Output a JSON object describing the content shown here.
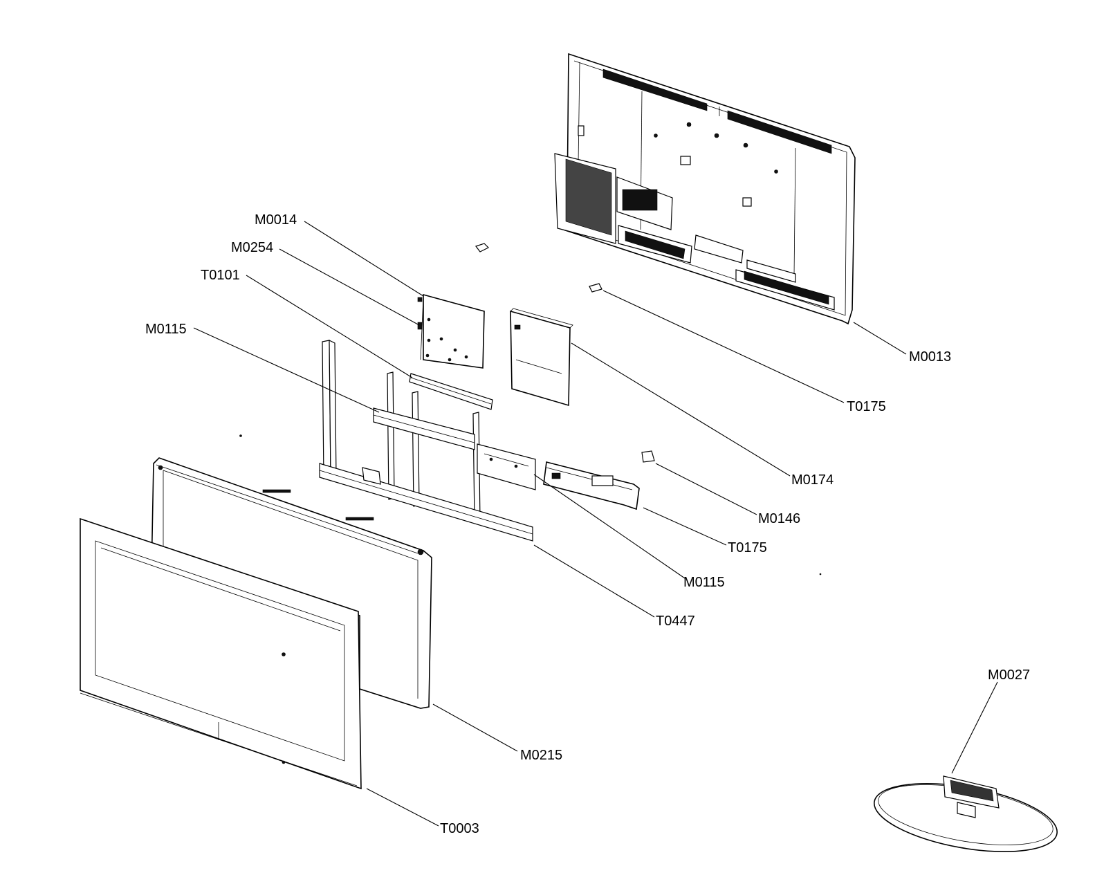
{
  "callouts": [
    {
      "id": "m0014",
      "label": "M0014"
    },
    {
      "id": "m0254",
      "label": "M0254"
    },
    {
      "id": "t0101",
      "label": "T0101"
    },
    {
      "id": "m0115a",
      "label": "M0115"
    },
    {
      "id": "m0013",
      "label": "M0013"
    },
    {
      "id": "t0175a",
      "label": "T0175"
    },
    {
      "id": "m0174",
      "label": "M0174"
    },
    {
      "id": "m0146",
      "label": "M0146"
    },
    {
      "id": "t0175b",
      "label": "T0175"
    },
    {
      "id": "m0115b",
      "label": "M0115"
    },
    {
      "id": "t0447",
      "label": "T0447"
    },
    {
      "id": "m0027",
      "label": "M0027"
    },
    {
      "id": "m0215",
      "label": "M0215"
    },
    {
      "id": "t0003",
      "label": "T0003"
    }
  ]
}
